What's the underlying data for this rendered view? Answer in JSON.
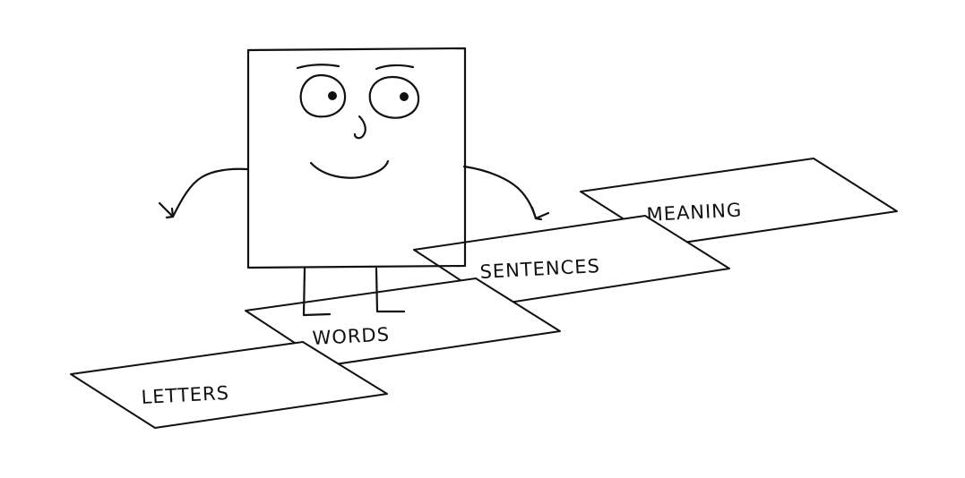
{
  "steps": [
    {
      "id": "letters",
      "label": "LETTERS"
    },
    {
      "id": "words",
      "label": "WORDS"
    },
    {
      "id": "sentences",
      "label": "SENTENCES"
    },
    {
      "id": "meaning",
      "label": "MEANING"
    }
  ],
  "style": {
    "ink_color": "#111111",
    "background": "#ffffff"
  }
}
